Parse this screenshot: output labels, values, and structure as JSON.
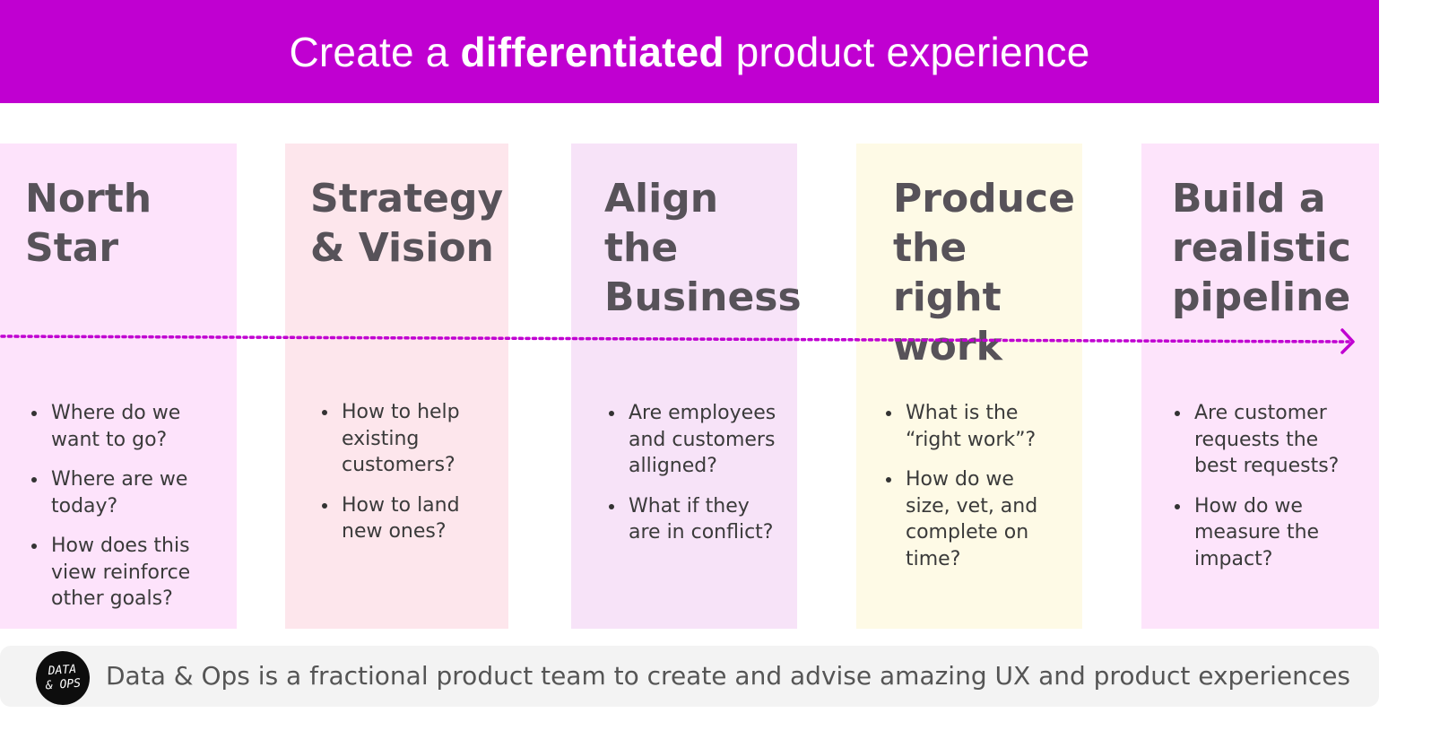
{
  "header": {
    "title_pre": "Create a ",
    "title_bold": "differentiated",
    "title_post": " product experience"
  },
  "colors": {
    "banner": "#c000d1",
    "arrow": "#c000d1",
    "col1": "#fde3fb",
    "col2": "#fde6ec",
    "col3": "#f7e3f8",
    "col4": "#fefae6",
    "col5": "#fde4fb"
  },
  "columns": [
    {
      "title": "North Star",
      "bullets": [
        "Where do we\nwant to go?",
        "Where are we\ntoday?",
        "How does this\nview reinforce\nother goals?"
      ]
    },
    {
      "title": "Strategy\n& Vision",
      "bullets": [
        "How to help\nexisting\ncustomers?",
        "How to land\nnew ones?"
      ]
    },
    {
      "title": "Align the\nBusiness",
      "bullets": [
        "Are employees\nand customers\nalligned?",
        "What if they\nare in conflict?"
      ]
    },
    {
      "title": "Produce\nthe right\nwork",
      "bullets": [
        "What is the\n“right work”?",
        "How do we\nsize, vet, and\ncomplete on\ntime?"
      ]
    },
    {
      "title": "Build a\nrealistic\npipeline",
      "bullets": [
        "Are customer\nrequests the\nbest requests?",
        "How do we\nmeasure the\nimpact?"
      ]
    }
  ],
  "footer": {
    "logo_line1": "DATA",
    "logo_line2": "& OPS",
    "text": "Data & Ops is a fractional product team to create and advise amazing UX and product experiences"
  }
}
